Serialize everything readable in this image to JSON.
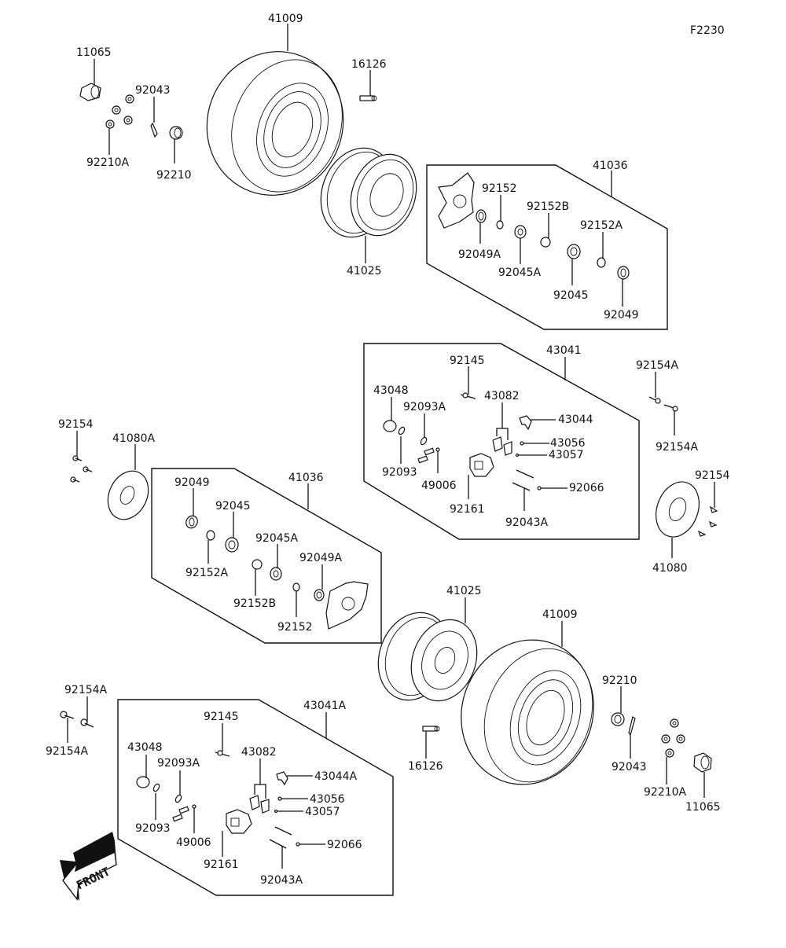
{
  "diagram": {
    "figure_code": "F2230",
    "front_indicator": "FRONT",
    "colors": {
      "line": "#111111",
      "background": "#ffffff"
    },
    "groups": {
      "upper_hub_kit": {
        "label": "41036"
      },
      "upper_caliper_kit": {
        "label": "43041"
      },
      "lower_hub_kit": {
        "label": "41036"
      },
      "lower_caliper_kit": {
        "label": "43041A"
      }
    },
    "labels": {
      "u_11065": "11065",
      "u_92043": "92043",
      "u_92210A": "92210A",
      "u_92210": "92210",
      "u_41009": "41009",
      "u_16126": "16126",
      "u_41025": "41025",
      "uh_92152": "92152",
      "uh_92152B": "92152B",
      "uh_92152A": "92152A",
      "uh_92049A": "92049A",
      "uh_92045A": "92045A",
      "uh_92045": "92045",
      "uh_92049": "92049",
      "uc_92145": "92145",
      "uc_43048": "43048",
      "uc_92093A": "92093A",
      "uc_43082": "43082",
      "uc_43044": "43044",
      "uc_43056": "43056",
      "uc_43057": "43057",
      "uc_92093": "92093",
      "uc_49006": "49006",
      "uc_92066": "92066",
      "uc_92161": "92161",
      "uc_92043A": "92043A",
      "r_92154A_top": "92154A",
      "r_92154A_bot": "92154A",
      "r_92154": "92154",
      "r_41080": "41080",
      "l_92154": "92154",
      "l_41080A": "41080A",
      "lh_92049": "92049",
      "lh_92045": "92045",
      "lh_92152A": "92152A",
      "lh_92045A": "92045A",
      "lh_92049A": "92049A",
      "lh_92152B": "92152B",
      "lh_92152": "92152",
      "b_41025": "41025",
      "b_41009": "41009",
      "b_92210": "92210",
      "b_92043": "92043",
      "b_92210A": "92210A",
      "b_11065": "11065",
      "b_16126": "16126",
      "bl_92154A_top": "92154A",
      "bl_92154A_bot": "92154A",
      "lc_92145": "92145",
      "lc_43048": "43048",
      "lc_92093A": "92093A",
      "lc_43082": "43082",
      "lc_43044A": "43044A",
      "lc_43056": "43056",
      "lc_43057": "43057",
      "lc_92093": "92093",
      "lc_49006": "49006",
      "lc_92066": "92066",
      "lc_92161": "92161",
      "lc_92043A": "92043A"
    }
  }
}
